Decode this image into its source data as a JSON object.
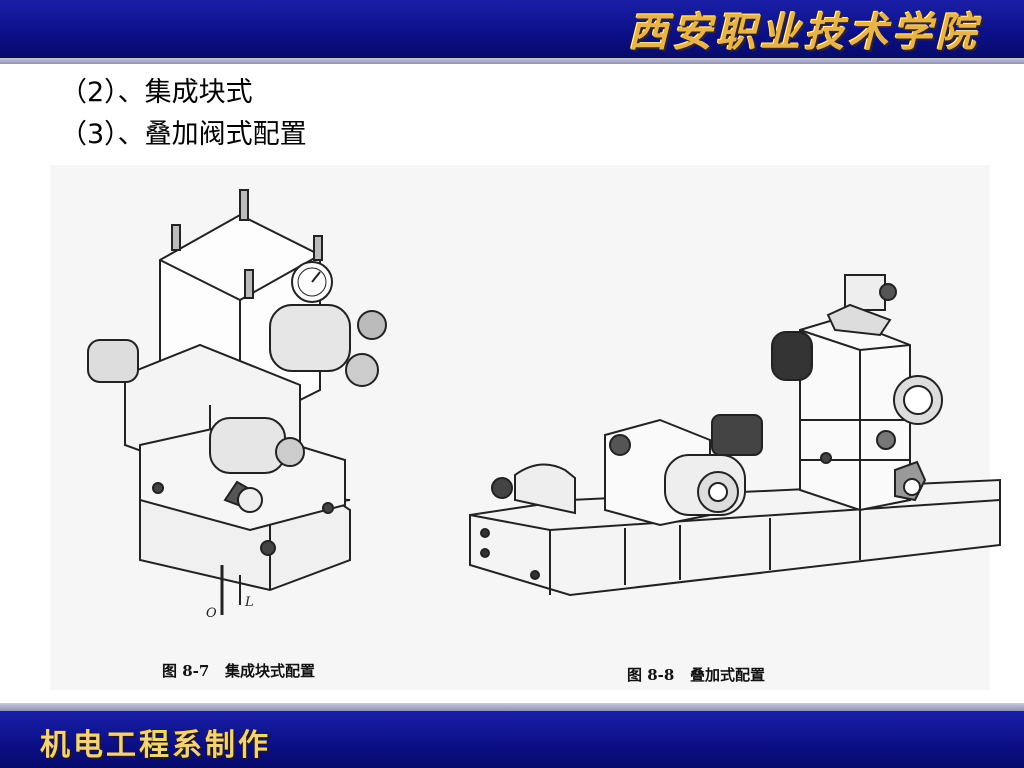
{
  "header": {
    "school_name": "西安职业技术学院"
  },
  "content": {
    "items": [
      "（2）、集成块式",
      "（3）、叠加阀式配置"
    ]
  },
  "figures": [
    {
      "caption": "图 8-7   集成块式配置",
      "labels": [
        "O",
        "L"
      ]
    },
    {
      "caption": "图 8-8   叠加式配置"
    }
  ],
  "footer": {
    "text": "机电工程系制作"
  },
  "colors": {
    "bar": "#0b0f86",
    "title_gold": "#e8b34a",
    "footer_gold": "#f2d27a"
  }
}
